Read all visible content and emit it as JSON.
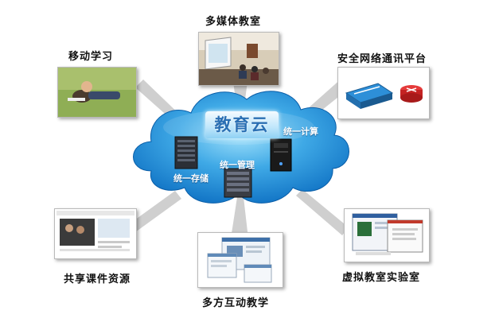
{
  "diagram": {
    "center": {
      "title": "教育云",
      "compute_label": "统一计算",
      "manage_label": "统一管理",
      "storage_label": "统一存储"
    },
    "nodes": [
      {
        "id": "multimedia",
        "label": "多媒体教室"
      },
      {
        "id": "mobile",
        "label": "移动学习"
      },
      {
        "id": "network",
        "label": "安全网络通讯平台"
      },
      {
        "id": "courseware",
        "label": "共享课件资源"
      },
      {
        "id": "interactive",
        "label": "多方互动教学"
      },
      {
        "id": "virtual-lab",
        "label": "虚拟教室实验室"
      }
    ]
  },
  "colors": {
    "cloud": "#1f8fd8",
    "cloud_light": "#7fd0f6",
    "spoke": "#c9c9c9",
    "label_text": "#111111"
  }
}
